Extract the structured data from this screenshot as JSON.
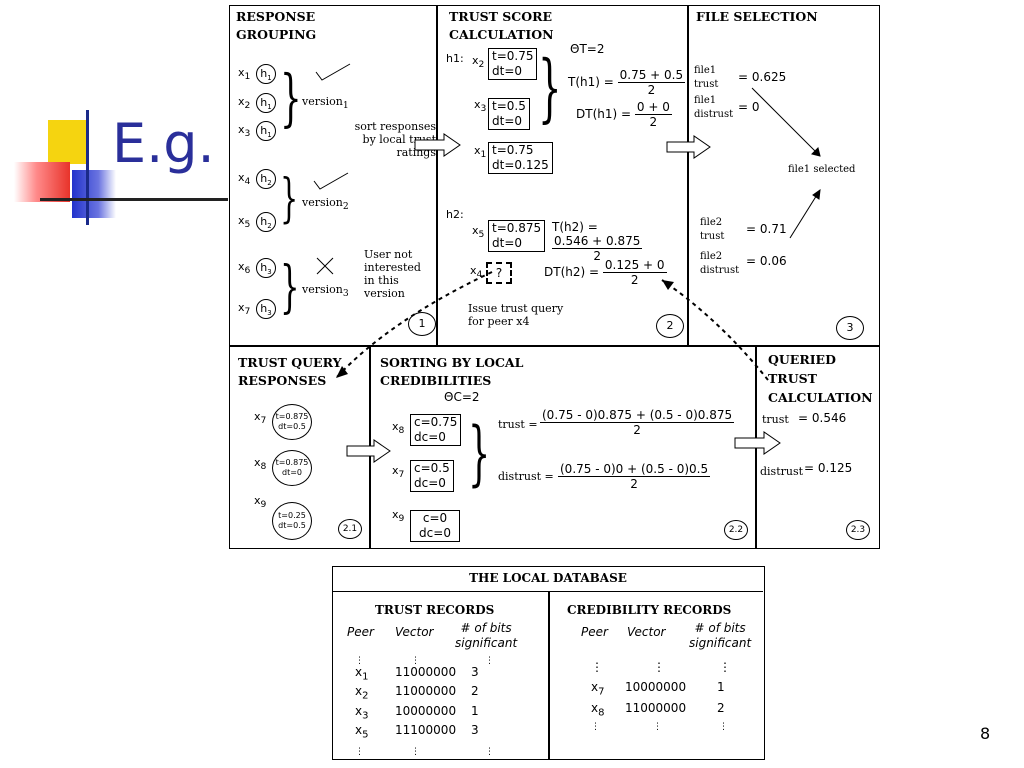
{
  "slide": {
    "title": "E.g.",
    "page_number": "8"
  },
  "panel1": {
    "title": "RESPONSE\nGROUPING",
    "peers": [
      "x1",
      "x2",
      "x3",
      "x4",
      "x5",
      "x6",
      "x7"
    ],
    "hashes": [
      "h1",
      "h1",
      "h1",
      "h2",
      "h2",
      "h3",
      "h3"
    ],
    "version1": "version1",
    "version2": "version2",
    "version3": "version3",
    "sort_note": "sort responses\nby local trust\nratings",
    "not_interested": "User not\ninterested\nin this\nversion",
    "step": "1"
  },
  "panel2": {
    "title": "TRUST SCORE\nCALCULATION",
    "theta": "ΘT=2",
    "h1_label": "h1:",
    "h2_label": "h2:",
    "x2": "x2",
    "x3": "x3",
    "x1": "x1",
    "x5": "x5",
    "x4": "x4",
    "box_x2": "t=0.75\ndt=0",
    "box_x3": "t=0.5\ndt=0",
    "box_x1": "t=0.75\ndt=0.125",
    "box_x5": "t=0.875\ndt=0",
    "box_x4": "?",
    "t_h1": "T(h1) =",
    "t_h1_num": "0.75 + 0.5",
    "t_h1_den": "2",
    "dt_h1": "DT(h1) =",
    "dt_h1_num": "0 + 0",
    "dt_h1_den": "2",
    "t_h2": "T(h2) =",
    "t_h2_num": "0.546 + 0.875",
    "t_h2_den": "2",
    "dt_h2": "DT(h2) =",
    "dt_h2_num": "0.125 + 0",
    "dt_h2_den": "2",
    "issue": "Issue trust query\nfor peer x4",
    "step": "2"
  },
  "panel3": {
    "title": "FILE SELECTION",
    "file1_trust": "file1\ntrust",
    "file1_trust_val": "= 0.625",
    "file1_distrust": "file1\ndistrust",
    "file1_distrust_val": "= 0",
    "selected": "file1 selected",
    "file2_trust": "file2\ntrust",
    "file2_trust_val": "= 0.71",
    "file2_distrust": "file2\ndistrust",
    "file2_distrust_val": "= 0.06",
    "step": "3"
  },
  "panel21": {
    "title": "TRUST QUERY\nRESPONSES",
    "x7": "x7",
    "x8": "x8",
    "x9": "x9",
    "c7": "t=0.875\ndt=0.5",
    "c8": "t=0.875\ndt=0",
    "c9": "t=0.25\ndt=0.5",
    "step": "2.1"
  },
  "panel22": {
    "title": "SORTING BY LOCAL\nCREDIBILITIES",
    "theta": "ΘC=2",
    "x8": "x8",
    "x7": "x7",
    "x9": "x9",
    "b8": "c=0.75\ndc=0",
    "b7": "c=0.5\ndc=0",
    "b9": "c=0\ndc=0",
    "trust_lbl": "trust =",
    "trust_num": "(0.75 - 0)0.875 + (0.5 - 0)0.875",
    "trust_den": "2",
    "distrust_lbl": "distrust =",
    "distrust_num": "(0.75 - 0)0 + (0.5 - 0)0.5",
    "distrust_den": "2",
    "step": "2.2"
  },
  "panel23": {
    "title": "QUERIED\nTRUST\nCALCULATION",
    "trust": "trust",
    "trust_val": "= 0.546",
    "distrust": "distrust",
    "distrust_val": "= 0.125",
    "step": "2.3"
  },
  "database": {
    "title": "THE LOCAL DATABASE",
    "trust_title": "TRUST RECORDS",
    "cred_title": "CREDIBILITY RECORDS",
    "col_peer": "Peer",
    "col_vector": "Vector",
    "col_bits": "# of bits\nsignificant",
    "trust_rows": [
      {
        "peer": "x1",
        "vector": "11000000",
        "bits": "3"
      },
      {
        "peer": "x2",
        "vector": "11000000",
        "bits": "2"
      },
      {
        "peer": "x3",
        "vector": "10000000",
        "bits": "1"
      },
      {
        "peer": "x5",
        "vector": "11100000",
        "bits": "3"
      }
    ],
    "cred_rows": [
      {
        "peer": "x7",
        "vector": "10000000",
        "bits": "1"
      },
      {
        "peer": "x8",
        "vector": "11000000",
        "bits": "2"
      }
    ],
    "ellipsis": "⋮"
  },
  "colors": {
    "logo_yellow": "#f5d410",
    "logo_red": "#e8332a",
    "logo_blue": "#2233cc",
    "title_blue": "#2a2f9a"
  }
}
